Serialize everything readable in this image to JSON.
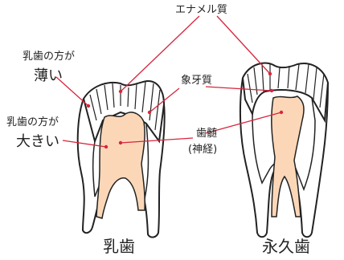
{
  "labels": {
    "enamel": "エナメル質",
    "primary_enamel_prefix": "乳歯の方が",
    "primary_enamel_emph": "薄い",
    "dentin": "象牙質",
    "primary_pulp_prefix": "乳歯の方が",
    "primary_pulp_emph": "大きい",
    "pulp": "歯髄",
    "pulp_note": "(神経)"
  },
  "captions": {
    "primary": "乳歯",
    "permanent": "永久歯"
  },
  "colors": {
    "outline": "#222222",
    "leader": "#d7263d",
    "pulp_fill": "#fbd7b8",
    "dot": "#d7263d",
    "background": "#ffffff"
  }
}
